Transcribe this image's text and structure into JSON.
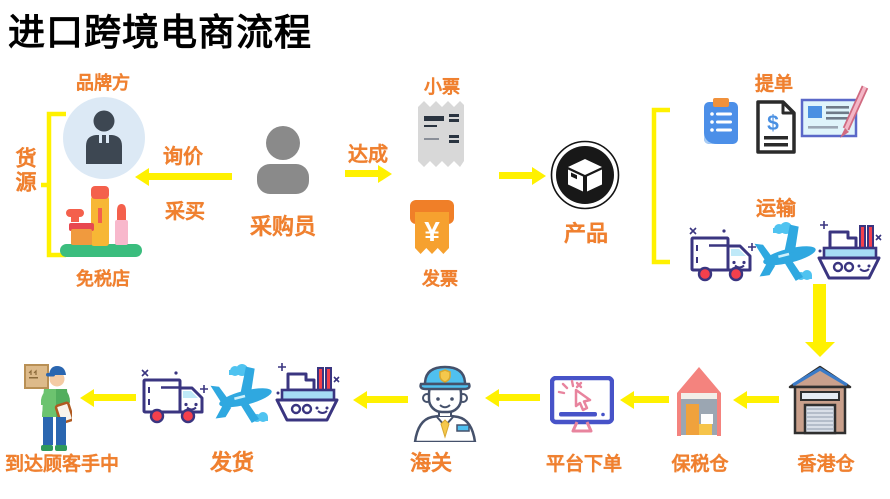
{
  "title": "进口跨境电商流程",
  "colors": {
    "label_orange": "#F0802F",
    "arrow_yellow": "#FFF100"
  },
  "nodes": {
    "source_group": "货源",
    "brand": "品牌方",
    "duty_free_shop": "免税店",
    "inquiry": "询价",
    "purchase": "采买",
    "purchaser": "采购员",
    "deal": "达成",
    "receipt": "小票",
    "invoice": "发票",
    "product": "产品",
    "bill_of_lading": "提单",
    "transport": "运输",
    "hk_warehouse": "香港仓",
    "bonded_warehouse": "保税仓",
    "platform_order": "平台下单",
    "customs": "海关",
    "dispatch": "发货",
    "delivered": "到达顾客手中"
  },
  "icons": [
    "brand-person-icon",
    "duty-free-cosmetics-icon",
    "purchaser-person-icon",
    "receipt-icon",
    "invoice-icon",
    "product-box-icon",
    "clipboard-icon",
    "dollar-document-icon",
    "check-pen-icon",
    "truck-icon",
    "plane-icon",
    "ship-icon",
    "hk-warehouse-icon",
    "bonded-warehouse-icon",
    "platform-order-monitor-icon",
    "customs-officer-icon",
    "delivery-person-icon"
  ]
}
